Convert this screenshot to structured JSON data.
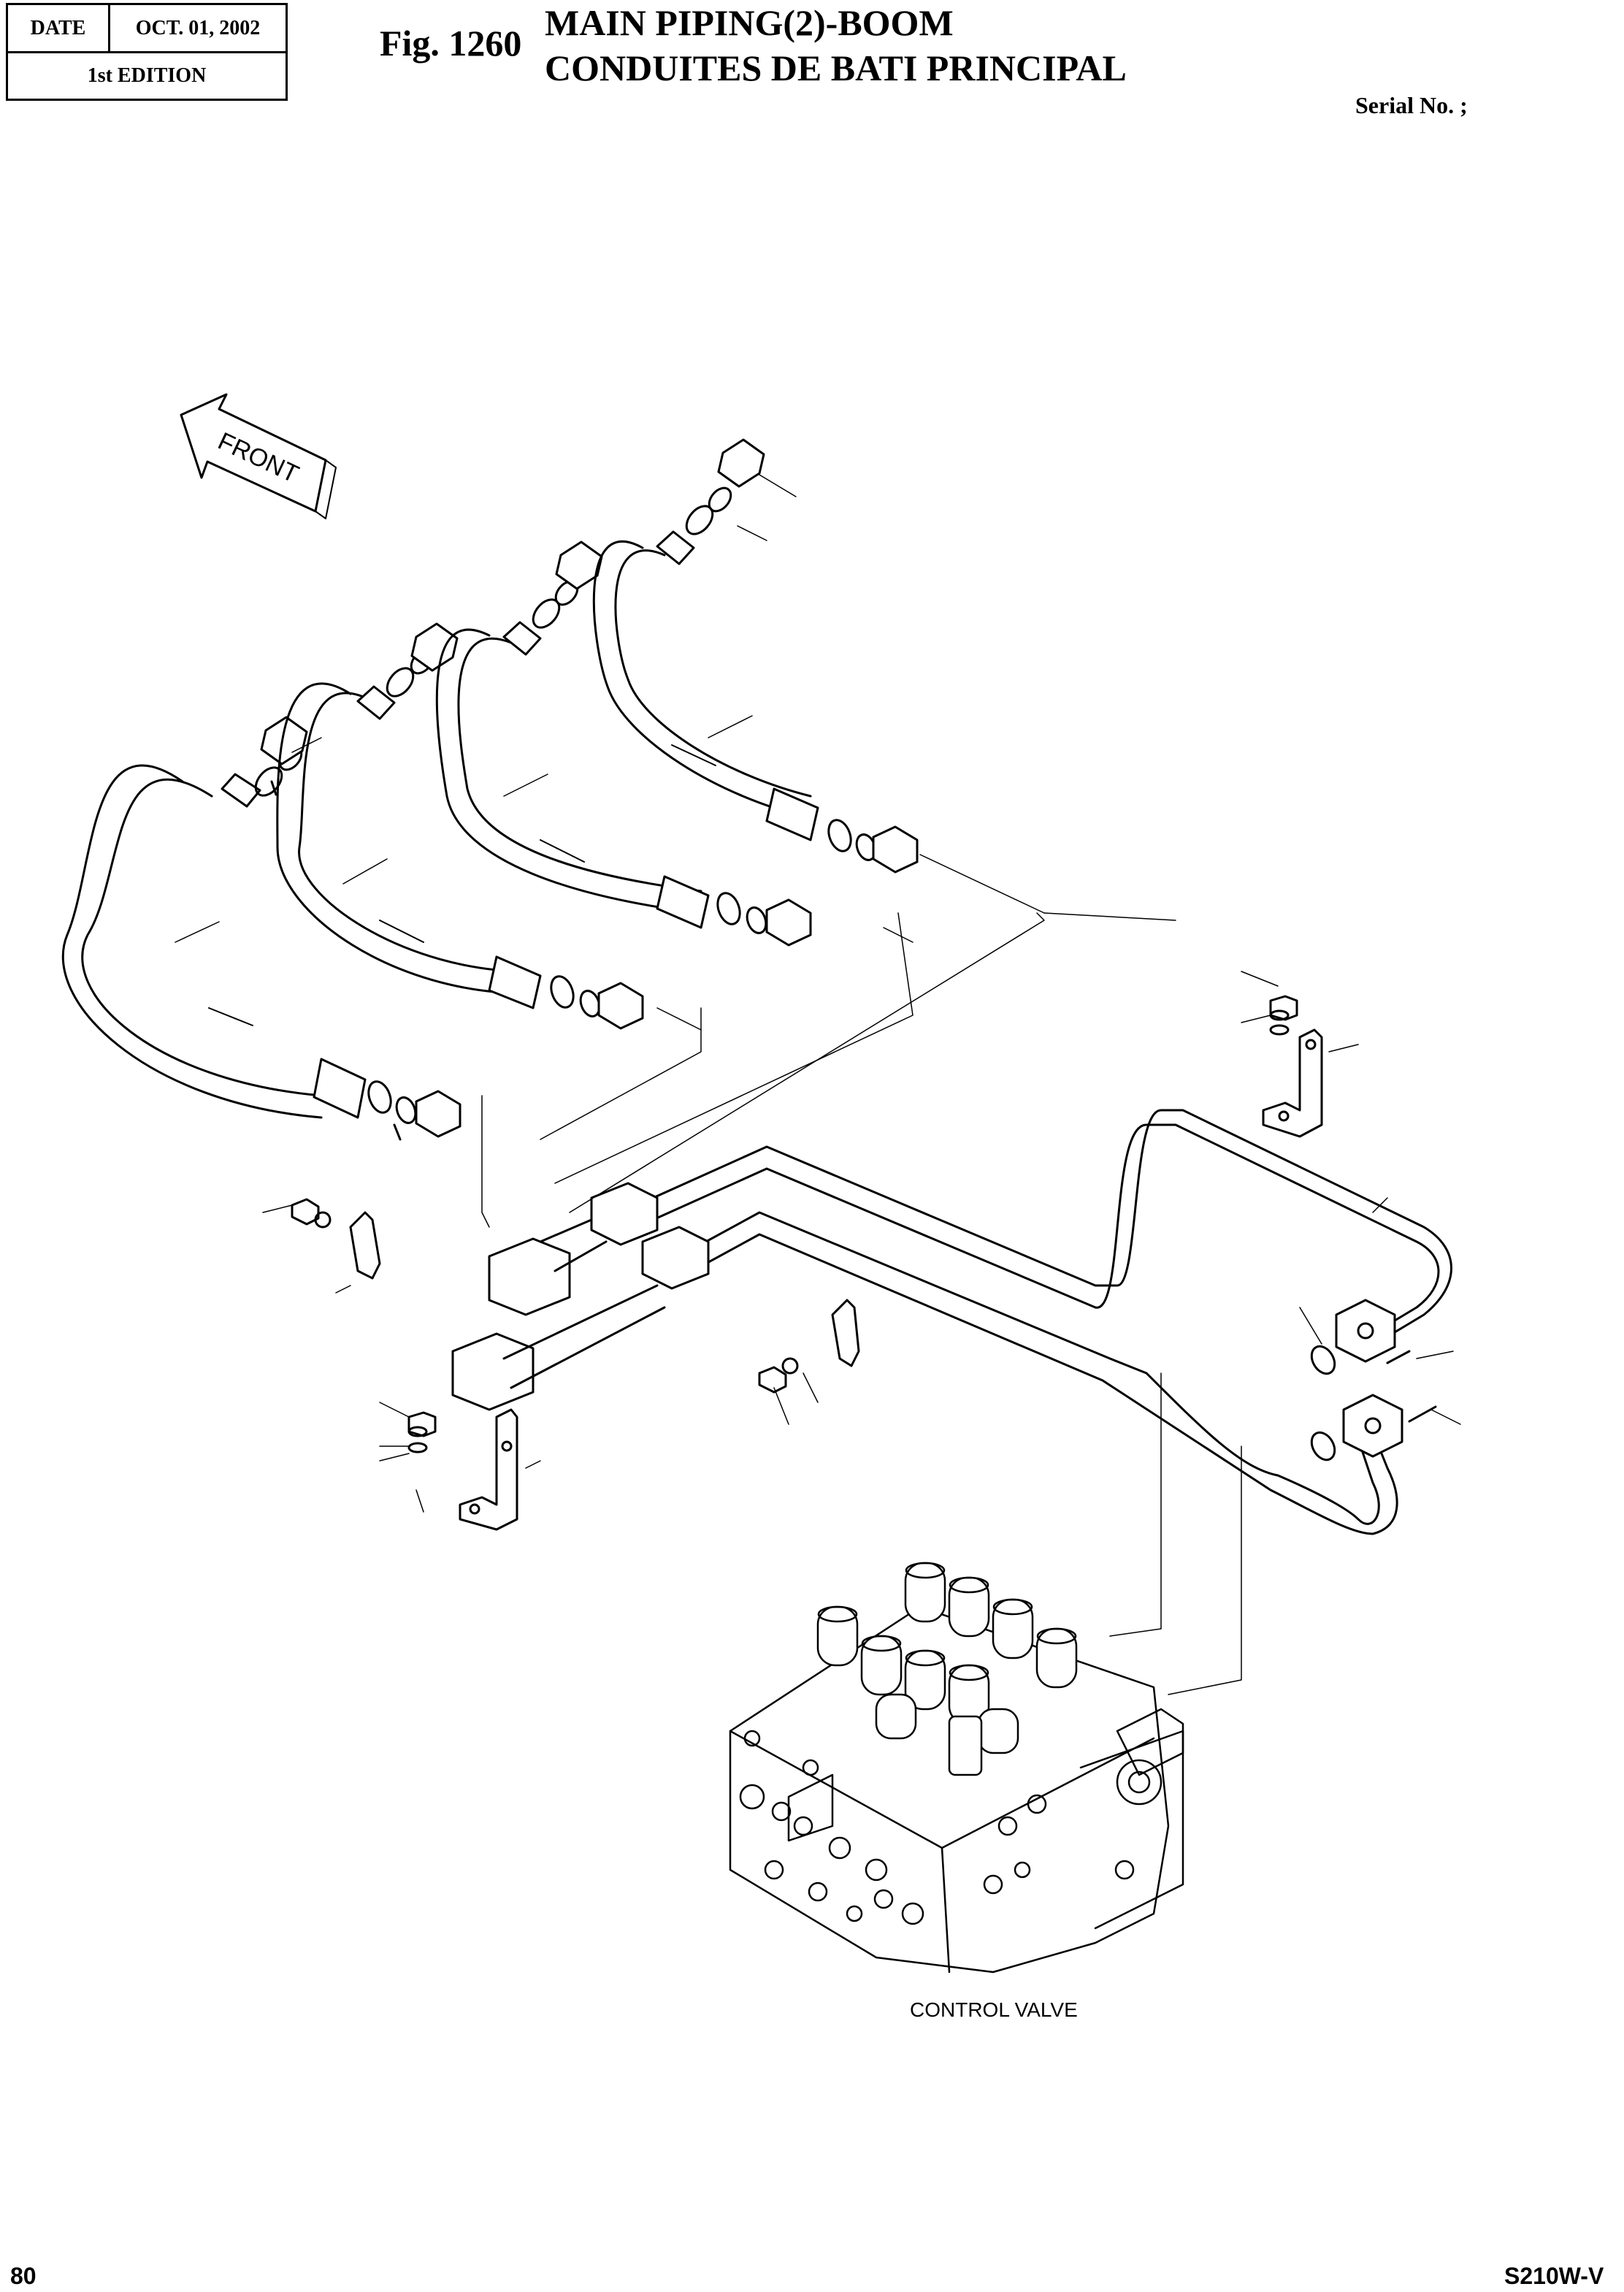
{
  "header": {
    "date_label": "DATE",
    "date_value": "OCT. 01, 2002",
    "edition": "1st EDITION",
    "fig_number": "Fig. 1260",
    "title_en": "MAIN PIPING(2)-BOOM",
    "title_fr": "CONDUITES DE BATI PRINCIPAL",
    "serial": "Serial No. ;"
  },
  "diagram": {
    "front_arrow_label": "FRONT",
    "control_valve_label": "CONTROL VALVE"
  },
  "footer": {
    "page_number": "80",
    "model": "S210W-V"
  }
}
